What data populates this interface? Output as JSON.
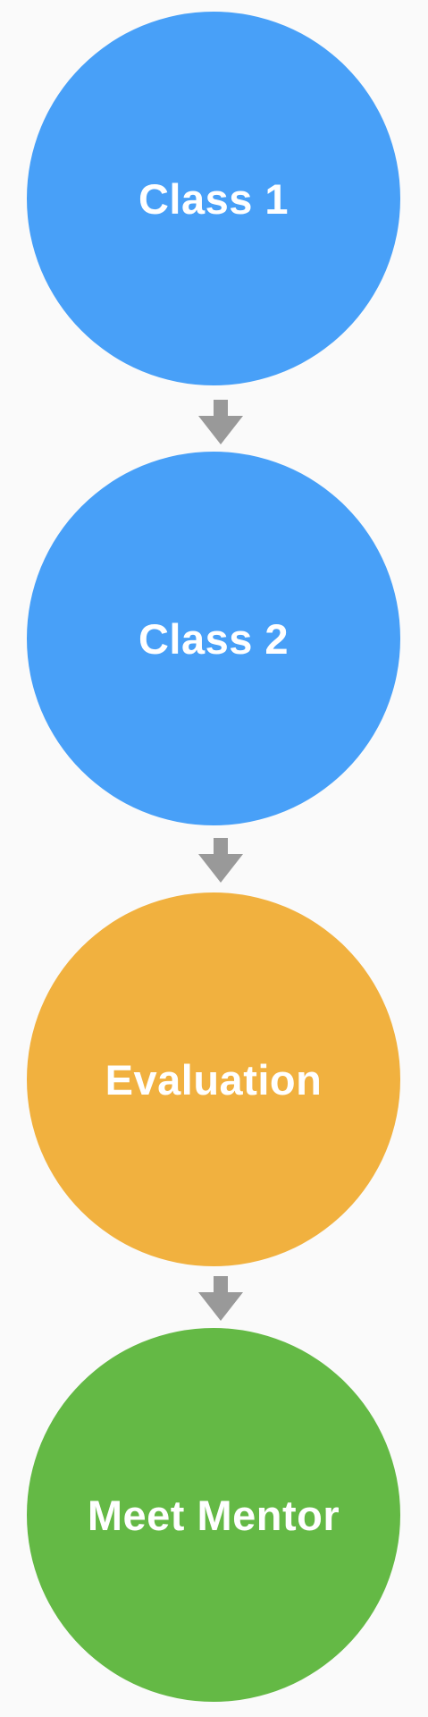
{
  "nodes": [
    {
      "label": "Class 1",
      "color": "#48a0f8"
    },
    {
      "label": "Class 2",
      "color": "#48a0f8"
    },
    {
      "label": "Evaluation",
      "color": "#f1b13f"
    },
    {
      "label": "Meet Mentor",
      "color": "#64b945"
    }
  ],
  "arrow_color": "#999999",
  "arrow_icon": "arrow-down-icon"
}
